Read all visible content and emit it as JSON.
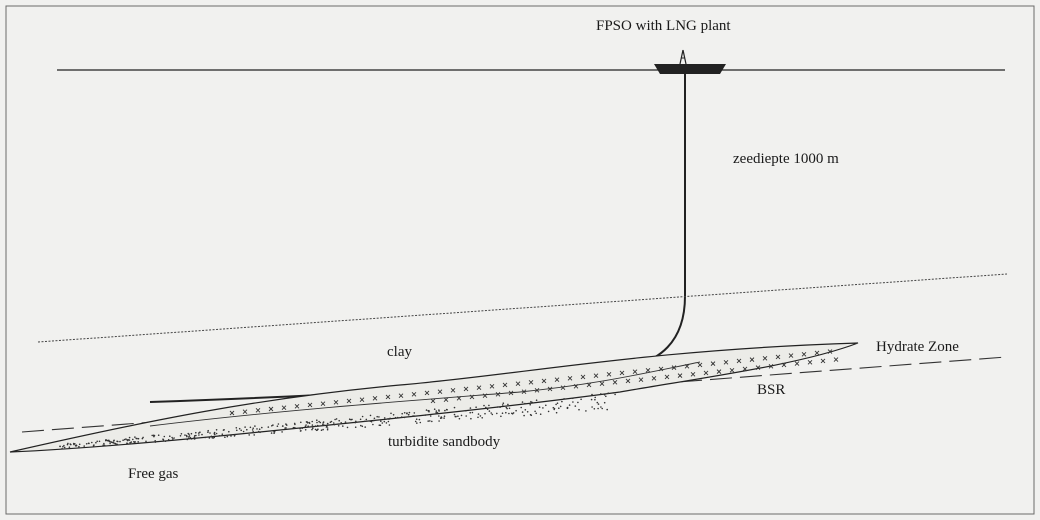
{
  "labels": {
    "title": "FPSO with LNG plant",
    "water_depth": "zeediepte 1000 m",
    "clay": "clay",
    "hydrate_zone": "Hydrate Zone",
    "bsr": "BSR",
    "sandbody": "turbidite sandbody",
    "free_gas": "Free gas"
  },
  "colors": {
    "background": "#f1f1ef",
    "ink": "#1a1a1a",
    "vessel": "#222222"
  }
}
